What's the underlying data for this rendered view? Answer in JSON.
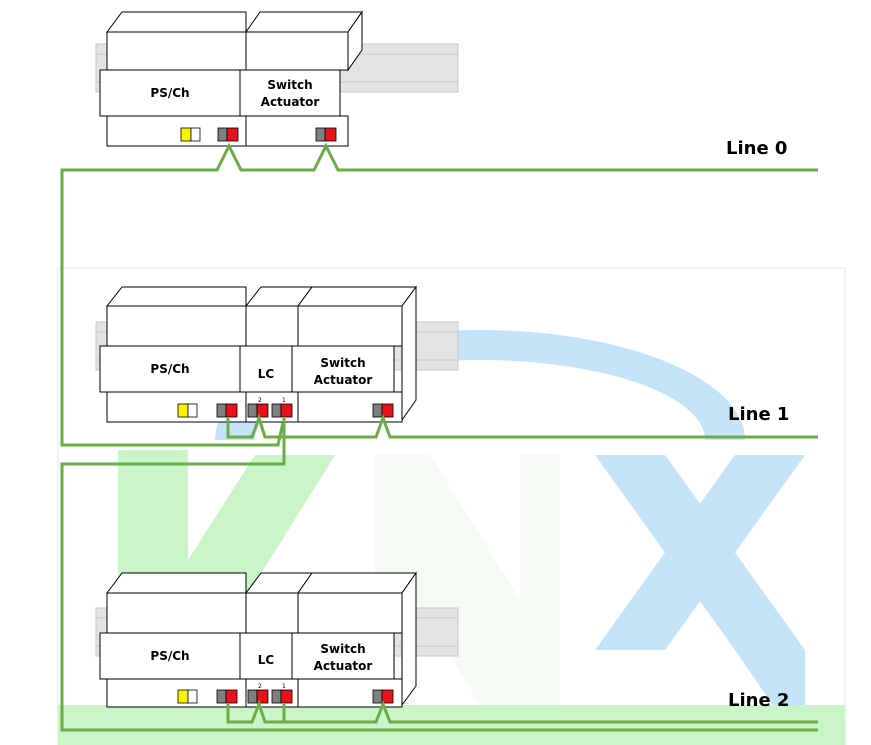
{
  "colors": {
    "bus": "#6aad47",
    "terminal_red": "#e8121a",
    "terminal_grey": "#808080",
    "terminal_yellow": "#fff200",
    "logo_green": "#c9f5c9",
    "logo_blue": "#c5e4fa"
  },
  "logo_text": "KNX",
  "line0": {
    "label": "Line 0",
    "modules": {
      "psch": "PS/Ch",
      "actuator_l1": "Switch",
      "actuator_l2": "Actuator"
    }
  },
  "line1": {
    "label": "Line 1",
    "modules": {
      "psch": "PS/Ch",
      "lc": "LC",
      "actuator_l1": "Switch",
      "actuator_l2": "Actuator"
    },
    "terminal_marks": [
      "2",
      "1"
    ]
  },
  "line2": {
    "label": "Line 2",
    "modules": {
      "psch": "PS/Ch",
      "lc": "LC",
      "actuator_l1": "Switch",
      "actuator_l2": "Actuator"
    },
    "terminal_marks": [
      "2",
      "1"
    ]
  }
}
